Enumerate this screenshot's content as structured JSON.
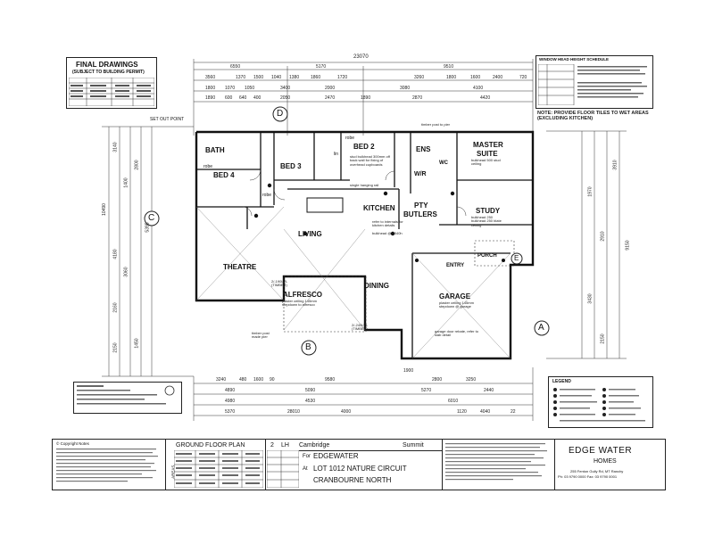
{
  "final_drawings": {
    "title": "FINAL DRAWINGS",
    "subtitle": "(SUBJECT TO BUILDING PERMIT)"
  },
  "setout_point": "SET OUT POINT",
  "dims_top": {
    "overall": "23070",
    "row1": [
      "6550",
      "5170",
      "9510"
    ],
    "row2": [
      "3560",
      "1370",
      "1500",
      "1040",
      "1380",
      "1860",
      "1720",
      "3260",
      "1800",
      "1600",
      "2400",
      "720"
    ],
    "row3": [
      "1800",
      "1070",
      "1050",
      "3400",
      "2000",
      "3080",
      "4100"
    ],
    "row4": [
      "1890",
      "600",
      "640",
      "400",
      "2050",
      "2470",
      "1890",
      "2870",
      "4420"
    ]
  },
  "dims_bottom": {
    "row1": [
      "3240",
      "480",
      "1600",
      "90",
      "9580",
      "2800",
      "3250"
    ],
    "row2": [
      "4890",
      "5090",
      "1900",
      "5270",
      "2440"
    ],
    "row3": [
      "4980",
      "4530",
      "6010"
    ],
    "row4": [
      "5370",
      "28010",
      "4000",
      "1120",
      "4040",
      "22"
    ]
  },
  "dims_left": [
    "10490",
    "3140",
    "1400",
    "2800",
    "5395",
    "4180",
    "3060",
    "2160",
    "2150",
    "1450"
  ],
  "dims_right": [
    "3910",
    "1970",
    "2910",
    "9150",
    "3430",
    "2150"
  ],
  "grid_marks": [
    "D",
    "C",
    "B",
    "A",
    "E"
  ],
  "rooms": {
    "bath": "BATH",
    "bed3": "BED 3",
    "bed2": "BED 2",
    "ens": "ENS",
    "master": "MASTER",
    "suite": "SUITE",
    "bed4": "BED 4",
    "robe1": "robe",
    "robe2": "robe",
    "robe3": "robe",
    "wc": "WC",
    "wir": "W/R",
    "lin": "lin",
    "kitchen": "KITCHEN",
    "butlers": "BUTLERS",
    "pty": "PTY",
    "study": "STUDY",
    "theatre": "THEATRE",
    "living": "LIVING",
    "entry": "ENTRY",
    "porch": "PORCH",
    "alfresco": "ALFRESCO",
    "dining": "DINING",
    "garage": "GARAGE"
  },
  "room_notes": {
    "bed2": "stud bulkhead 300mm off back wall for fixing of overhead cupboards",
    "master": "bulkhead 500 stud ceiling",
    "study": "bulkhead 250 bulkhead 250 blate ceiling",
    "single_hanging": "single hanging rail",
    "kitchen_ref": "refer to internals for kitchen details",
    "bulkhead": "bulkhead @ 2540h",
    "alfresco": "plaster ceiling 145mm stepdown to alfresco",
    "garage": "plaster ceiling 145mm stepdown @ garage",
    "garage_door": "garage door rebate, refer to slab detail",
    "timber_post": "timber post to pier",
    "timber_post2": "timber post made pier",
    "wet_areas": "NOTE: PROVIDE FLOOR TILES TO WET AREAS (EXCLUDING KITCHEN)",
    "window_schedule": "WINDOW HEAD HEIGHT SCHEDULE"
  },
  "beam_labels": [
    "2/-190LVL (TIMBER)",
    "2/-240LVL (TIMBER)"
  ],
  "title_block": {
    "copyright": "© Copyright Notes",
    "plan_title": "GROUND FLOOR PLAN",
    "scale_no": "2",
    "side": "LH",
    "design": "Cambridge",
    "range": "Summit",
    "for_label": "For",
    "client": "EDGEWATER",
    "at_label": "At",
    "address1": "LOT 1012 NATURE CIRCUIT",
    "address2": "CRANBOURNE NORTH",
    "company1": "EDGE WATER",
    "company2": "HOMES",
    "company_addr": "255 Fenton Gully Rd, MT Ranchy",
    "company_phone": "Ph: 03 9790 0000 Fax: 03 9790 0001",
    "legend_title": "LEGEND",
    "areas_label": "AREAS"
  }
}
